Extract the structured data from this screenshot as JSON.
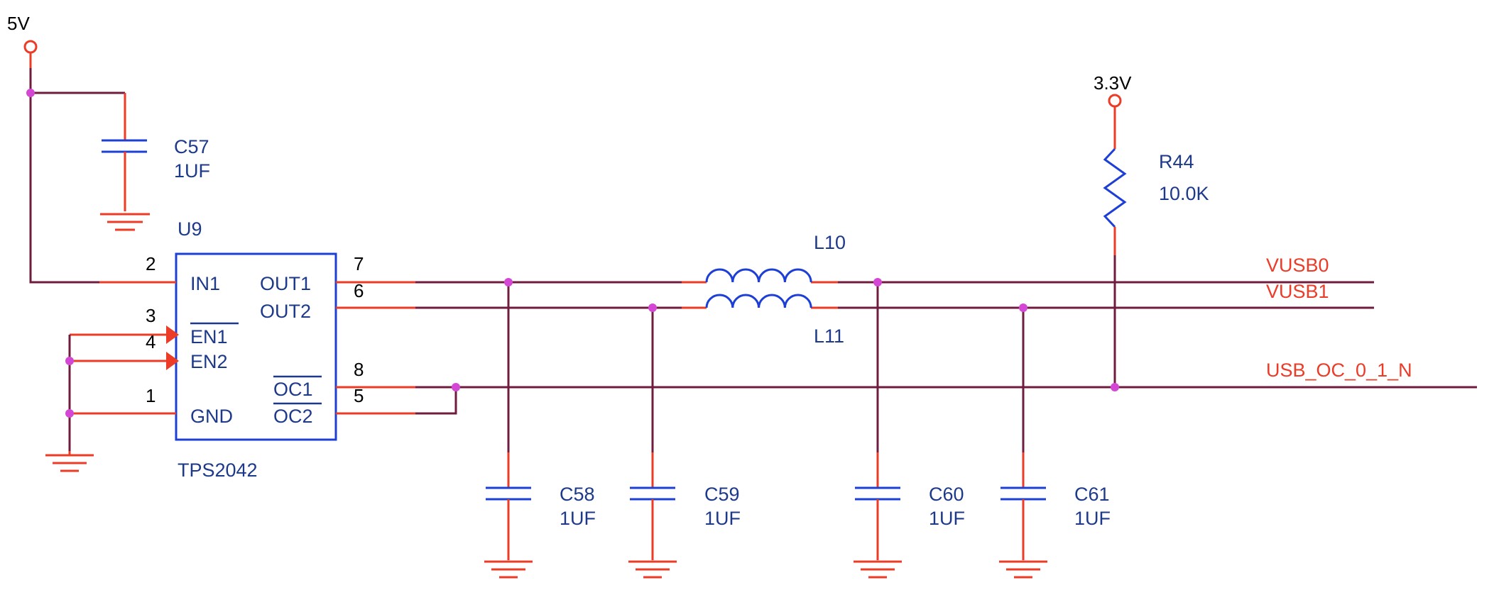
{
  "power": {
    "v5": "5V",
    "v33": "3.3V"
  },
  "ic": {
    "ref": "U9",
    "part": "TPS2042",
    "pins": {
      "in1": {
        "num": "2",
        "name": "IN1"
      },
      "en1": {
        "num": "3",
        "name": "EN1"
      },
      "en2": {
        "num": "4",
        "name": "EN2"
      },
      "gnd": {
        "num": "1",
        "name": "GND"
      },
      "out1": {
        "num": "7",
        "name": "OUT1"
      },
      "out2": {
        "num": "6",
        "name": "OUT2"
      },
      "oc1": {
        "num": "8",
        "name": "OC1"
      },
      "oc2": {
        "num": "5",
        "name": "OC2"
      }
    }
  },
  "capacitors": {
    "c57": {
      "ref": "C57",
      "value": "1UF"
    },
    "c58": {
      "ref": "C58",
      "value": "1UF"
    },
    "c59": {
      "ref": "C59",
      "value": "1UF"
    },
    "c60": {
      "ref": "C60",
      "value": "1UF"
    },
    "c61": {
      "ref": "C61",
      "value": "1UF"
    }
  },
  "inductors": {
    "l10": {
      "ref": "L10"
    },
    "l11": {
      "ref": "L11"
    }
  },
  "resistor": {
    "ref": "R44",
    "value": "10.0K"
  },
  "nets": {
    "vusb0": "VUSB0",
    "vusb1": "VUSB1",
    "usb_oc": "USB_OC_0_1_N"
  },
  "colors": {
    "wire": "#701c3e",
    "pin": "#ec3b26",
    "component": "#1d3fd6",
    "label": "#1d3a8a",
    "net_label": "#ec3b26",
    "junction": "#d447d4"
  }
}
